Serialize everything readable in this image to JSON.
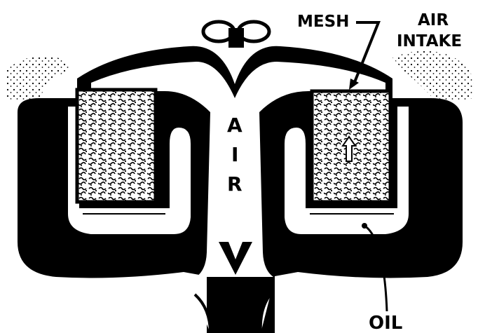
{
  "labels": {
    "mesh": "MESH",
    "air_intake_line1": "AIR",
    "air_intake_line2": "INTAKE",
    "oil": "OIL",
    "air_vertical": [
      "A",
      "I",
      "R"
    ]
  },
  "colors": {
    "ink": "#000000",
    "paper": "#ffffff"
  }
}
